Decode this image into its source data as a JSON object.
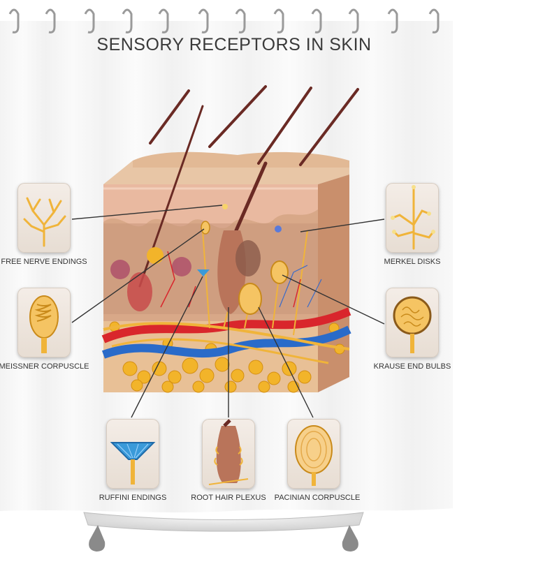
{
  "title": "SENSORY RECEPTORS IN SKIN",
  "labels": {
    "free_nerve_endings": "FREE NERVE ENDINGS",
    "meissner_corpuscle": "MEISSNER CORPUSCLE",
    "ruffini_endings": "RUFFINI ENDINGS",
    "root_hair_plexus": "ROOT HAIR PLEXUS",
    "pacinian_corpuscle": "PACINIAN CORPUSCLE",
    "krause_end_bulbs": "KRAUSE END BULBS",
    "merkel_disks": "MERKEL DISKS"
  },
  "colors": {
    "background": "#ffffff",
    "curtain": "#f7f7f7",
    "skin": "#d8a888",
    "epidermis": "#e9b9a0",
    "nerve": "#f0b43a",
    "artery": "#d9262c",
    "vein": "#2a6bc9",
    "fat": "#f2b42a",
    "hair": "#6a2a24"
  },
  "icons": [
    "curtain-hook-icon",
    "free-nerve-endings-icon",
    "meissner-corpuscle-icon",
    "ruffini-endings-icon",
    "root-hair-plexus-icon",
    "pacinian-corpuscle-icon",
    "krause-end-bulbs-icon",
    "merkel-disks-icon"
  ]
}
